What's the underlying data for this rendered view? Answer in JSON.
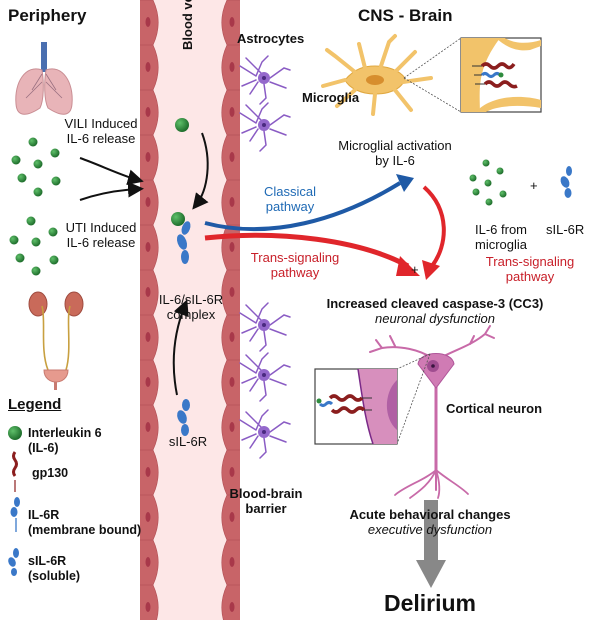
{
  "sections": {
    "periphery": "Periphery",
    "cns": "CNS - Brain"
  },
  "vessel": {
    "label": "Blood vessel",
    "complex_line1": "IL-6/sIL-6R",
    "complex_line2": "complex",
    "sil6r": "sIL-6R",
    "bbb_line1": "Blood-brain",
    "bbb_line2": "barrier"
  },
  "periphery": {
    "vili_line1": "VILI Induced",
    "vili_line2": "IL-6 release",
    "uti_line1": "UTI Induced",
    "uti_line2": "IL-6 release"
  },
  "cns": {
    "astrocytes": "Astrocytes",
    "microglia": "Microglia",
    "microglial_activation_line1": "Microglial activation",
    "microglial_activation_line2": "by IL-6",
    "classical_line1": "Classical",
    "classical_line2": "pathway",
    "trans_left_line1": "Trans-signaling",
    "trans_left_line2": "pathway",
    "il6_from_line1": "IL-6 from",
    "il6_from_line2": "microglia",
    "plus": "+",
    "sil6r": "sIL-6R",
    "trans_right_line1": "Trans-signaling",
    "trans_right_line2": "pathway",
    "plus_center": "+",
    "cc3_line1": "Increased cleaved caspase-3 (CC3)",
    "cc3_line2": "neuronal dysfunction",
    "cortical_neuron": "Cortical neuron",
    "behavior_line1": "Acute behavioral changes",
    "behavior_line2": "executive dysfunction",
    "delirium": "Delirium"
  },
  "legend": {
    "title": "Legend",
    "items": [
      {
        "icon": "il6-sphere-icon",
        "line1": "Interleukin 6",
        "line2": "(IL-6)"
      },
      {
        "icon": "gp130-icon",
        "line1": "gp130",
        "line2": ""
      },
      {
        "icon": "il6r-membrane-icon",
        "line1": "IL-6R",
        "line2": "(membrane bound)"
      },
      {
        "icon": "sil6r-soluble-icon",
        "line1": "sIL-6R",
        "line2": "(soluble)"
      }
    ]
  },
  "colors": {
    "il6_green": "#2e8b3e",
    "receptor_blue": "#3a78c8",
    "gp130_red": "#8b1e1e",
    "vessel_wall": "#c86468",
    "vessel_lumen": "#fde7e7",
    "classical_arrow": "#1f5aa6",
    "trans_arrow": "#e0262b",
    "astrocyte_purple": "#8a5cc4",
    "microglia_orange": "#f0c060",
    "neuron_pink": "#c86aa8",
    "delirium_arrow": "#808080"
  }
}
